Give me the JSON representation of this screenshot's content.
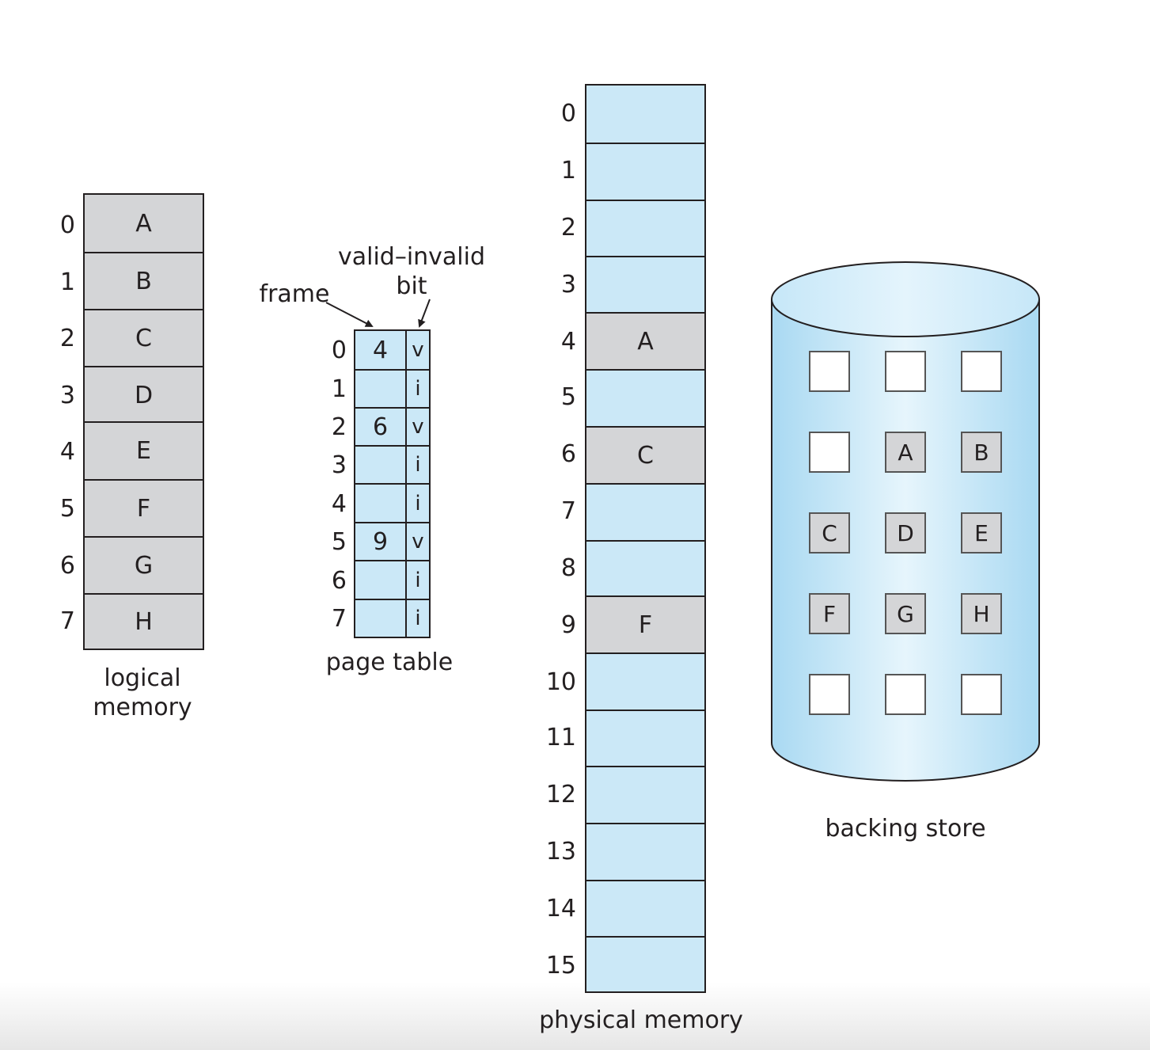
{
  "logical_memory": {
    "caption_line1": "logical",
    "caption_line2": "memory",
    "rows": [
      {
        "index": "0",
        "page": "A"
      },
      {
        "index": "1",
        "page": "B"
      },
      {
        "index": "2",
        "page": "C"
      },
      {
        "index": "3",
        "page": "D"
      },
      {
        "index": "4",
        "page": "E"
      },
      {
        "index": "5",
        "page": "F"
      },
      {
        "index": "6",
        "page": "G"
      },
      {
        "index": "7",
        "page": "H"
      }
    ]
  },
  "page_table": {
    "caption": "page table",
    "frame_label": "frame",
    "valid_invalid_line1": "valid–invalid",
    "valid_invalid_line2": "bit",
    "rows": [
      {
        "index": "0",
        "frame": "4",
        "bit": "v"
      },
      {
        "index": "1",
        "frame": "",
        "bit": "i"
      },
      {
        "index": "2",
        "frame": "6",
        "bit": "v"
      },
      {
        "index": "3",
        "frame": "",
        "bit": "i"
      },
      {
        "index": "4",
        "frame": "",
        "bit": "i"
      },
      {
        "index": "5",
        "frame": "9",
        "bit": "v"
      },
      {
        "index": "6",
        "frame": "",
        "bit": "i"
      },
      {
        "index": "7",
        "frame": "",
        "bit": "i"
      }
    ]
  },
  "physical_memory": {
    "caption": "physical memory",
    "frames": [
      {
        "index": "0",
        "content": ""
      },
      {
        "index": "1",
        "content": ""
      },
      {
        "index": "2",
        "content": ""
      },
      {
        "index": "3",
        "content": ""
      },
      {
        "index": "4",
        "content": "A"
      },
      {
        "index": "5",
        "content": ""
      },
      {
        "index": "6",
        "content": "C"
      },
      {
        "index": "7",
        "content": ""
      },
      {
        "index": "8",
        "content": ""
      },
      {
        "index": "9",
        "content": "F"
      },
      {
        "index": "10",
        "content": ""
      },
      {
        "index": "11",
        "content": ""
      },
      {
        "index": "12",
        "content": ""
      },
      {
        "index": "13",
        "content": ""
      },
      {
        "index": "14",
        "content": ""
      },
      {
        "index": "15",
        "content": ""
      }
    ]
  },
  "backing_store": {
    "caption": "backing store",
    "grid": [
      [
        "",
        "",
        ""
      ],
      [
        "",
        "A",
        "B"
      ],
      [
        "C",
        "D",
        "E"
      ],
      [
        "F",
        "G",
        "H"
      ],
      [
        "",
        "",
        ""
      ]
    ]
  },
  "colors": {
    "grey_cell": "#d4d5d7",
    "blue_cell": "#cbe8f7",
    "outline": "#231f20"
  }
}
